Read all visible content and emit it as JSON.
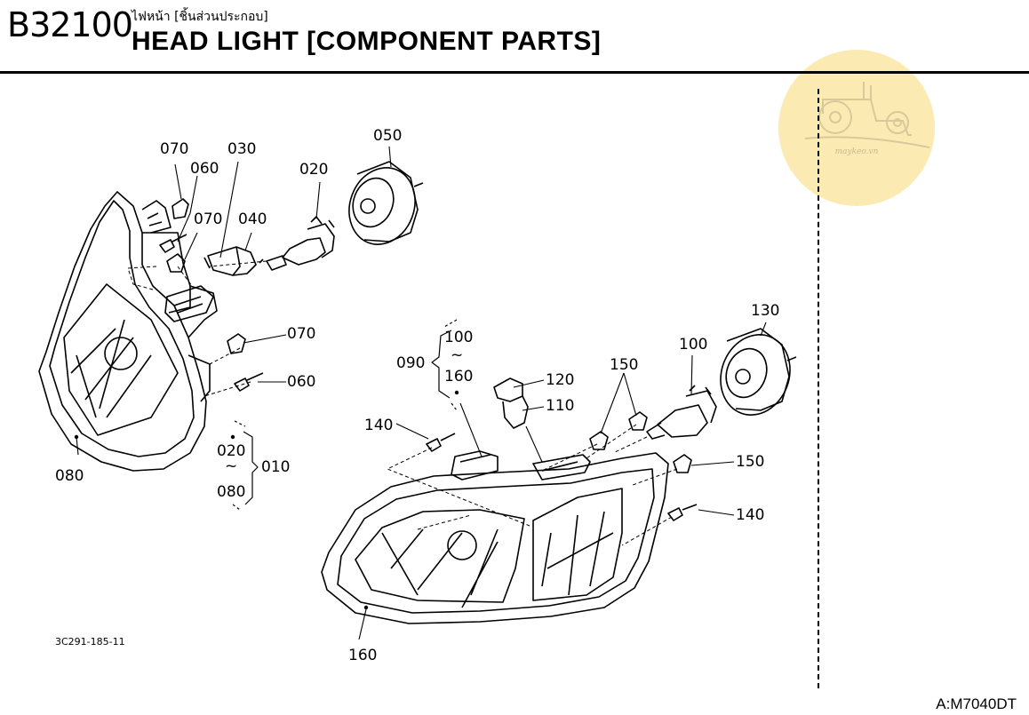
{
  "header": {
    "code": "B32100",
    "title_thai": "ไฟหน้า [ชิ้นส่วนประกอบ]",
    "title_en": "HEAD LIGHT [COMPONENT PARTS]"
  },
  "watermark": {
    "text": "maykeo.vn",
    "icon": "tractor-icon",
    "color": "#fbeab2"
  },
  "part_numbers": {
    "p070a": "070",
    "p060a": "060",
    "p030": "030",
    "p050": "050",
    "p020a": "020",
    "p070b": "070",
    "p040": "040",
    "p070c": "070",
    "p060b": "060",
    "p020b": "020",
    "p080a": "080",
    "p010": "010",
    "p080b": "080",
    "p130": "130",
    "p100a": "100",
    "p090": "090",
    "p100b": "100",
    "p160a": "160",
    "p150a": "150",
    "p120": "120",
    "p110": "110",
    "p140a": "140",
    "p150b": "150",
    "p140b": "140",
    "p160b": "160"
  },
  "tilde": "~",
  "figure_code": "3C291-185-11",
  "model_code": "A:M7040DT"
}
